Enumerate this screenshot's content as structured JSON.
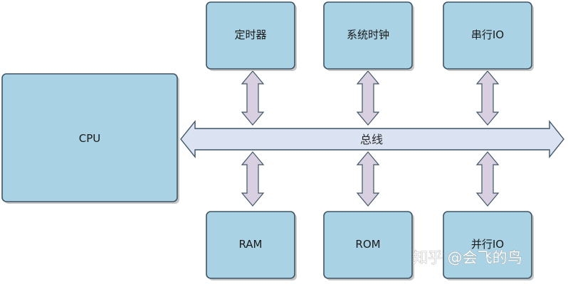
{
  "cpu": {
    "label": "CPU"
  },
  "bus": {
    "label": "总线"
  },
  "top_devices": [
    {
      "label": "定时器"
    },
    {
      "label": "系统时钟"
    },
    {
      "label": "串行IO"
    }
  ],
  "bottom_devices": [
    {
      "label": "RAM"
    },
    {
      "label": "ROM"
    },
    {
      "label": "并行IO"
    }
  ],
  "watermark": "知乎 @会飞的鸟",
  "colors": {
    "box_fill": "#a9d2e4",
    "box_border": "#3e5565",
    "bus_fill": "#dbe3f2",
    "connector_fill": "#d8cfe0"
  }
}
